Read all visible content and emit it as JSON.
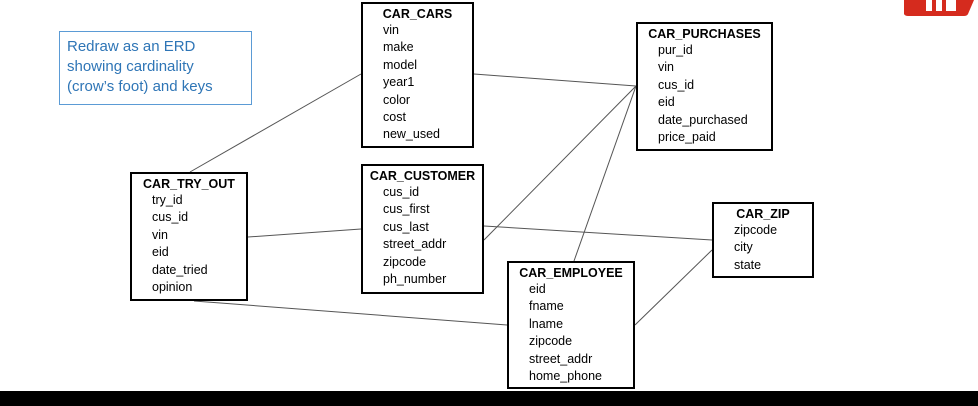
{
  "note": {
    "lines": [
      "Redraw as an ERD",
      "showing cardinality",
      "(crow’s foot) and keys"
    ],
    "border_color": "#5b9bd5",
    "text_color": "#2e75b6"
  },
  "logo": {
    "color": "#d52b1e"
  },
  "tables": [
    {
      "id": "cars",
      "name": "CAR_CARS",
      "fields": [
        "vin",
        "make",
        "model",
        "year1",
        "color",
        "cost",
        "new_used"
      ]
    },
    {
      "id": "purchases",
      "name": "CAR_PURCHASES",
      "fields": [
        "pur_id",
        "vin",
        "cus_id",
        "eid",
        "date_purchased",
        "price_paid"
      ]
    },
    {
      "id": "tryout",
      "name": "CAR_TRY_OUT",
      "fields": [
        "try_id",
        "cus_id",
        "vin",
        "eid",
        "date_tried",
        "opinion"
      ]
    },
    {
      "id": "customer",
      "name": "CAR_CUSTOMER",
      "fields": [
        "cus_id",
        "cus_first",
        "cus_last",
        "street_addr",
        "zipcode",
        "ph_number"
      ]
    },
    {
      "id": "zip",
      "name": "CAR_ZIP",
      "fields": [
        "zipcode",
        "city",
        "state"
      ]
    },
    {
      "id": "employee",
      "name": "CAR_EMPLOYEE",
      "fields": [
        "eid",
        "fname",
        "lname",
        "zipcode",
        "street_addr",
        "home_phone"
      ]
    }
  ],
  "relationships": [
    {
      "from": "tryout",
      "to": "cars"
    },
    {
      "from": "cars",
      "to": "purchases"
    },
    {
      "from": "customer",
      "to": "purchases"
    },
    {
      "from": "employee",
      "to": "purchases"
    },
    {
      "from": "tryout",
      "to": "customer"
    },
    {
      "from": "customer",
      "to": "zip"
    },
    {
      "from": "tryout",
      "to": "employee"
    },
    {
      "from": "employee",
      "to": "zip"
    }
  ]
}
